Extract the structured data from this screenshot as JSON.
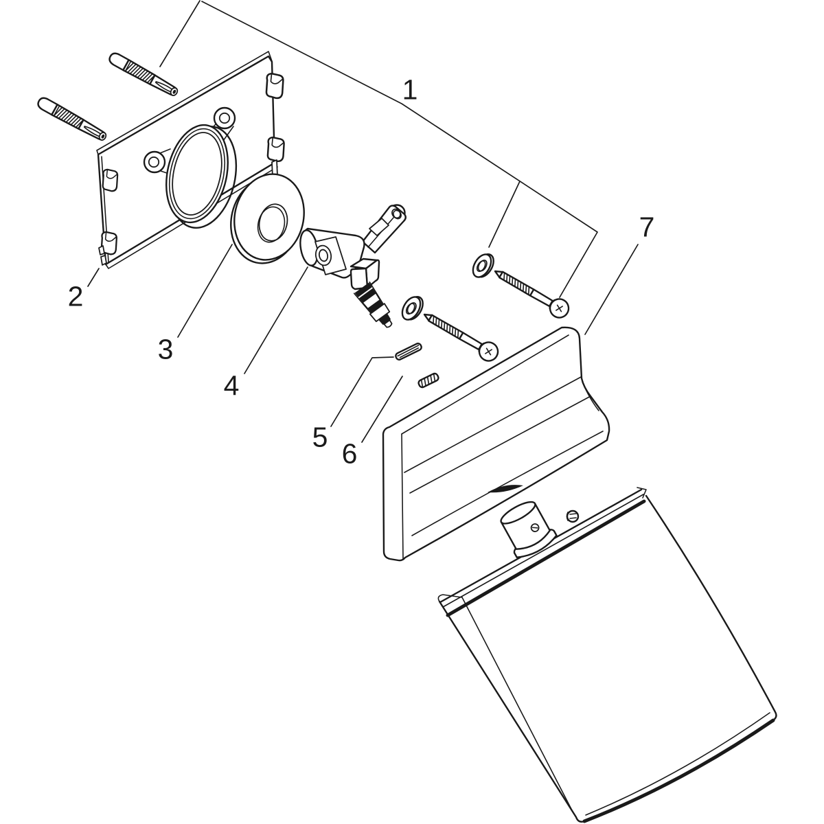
{
  "diagram": {
    "background_color": "#ffffff",
    "line_color": "#1a1a1a",
    "callouts": [
      {
        "label": "1"
      },
      {
        "label": "2"
      },
      {
        "label": "3"
      },
      {
        "label": "4"
      },
      {
        "label": "5"
      },
      {
        "label": "6"
      },
      {
        "label": "7"
      }
    ]
  }
}
